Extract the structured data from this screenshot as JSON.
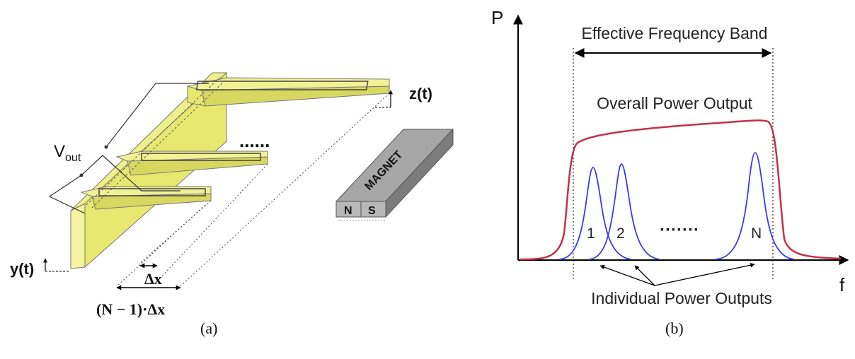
{
  "panel_a": {
    "caption": "(a)",
    "labels": {
      "vout": "V",
      "vout_sub": "out",
      "zt": "z(t)",
      "yt": "y(t)",
      "dx": "Δx",
      "n1dx": "(N − 1)·Δx",
      "dots": "......",
      "magnet": "MAGNET",
      "north": "N",
      "south": "S"
    }
  },
  "panel_b": {
    "caption": "(b)",
    "labels": {
      "p_axis": "P",
      "f_axis": "f",
      "band": "Effective Frequency Band",
      "overall": "Overall Power Output",
      "individual": "Individual Power Outputs",
      "peak1": "1",
      "peak2": "2",
      "peakN": "N",
      "dots": "·······"
    },
    "colors": {
      "overall_curve": "#c0304a",
      "individual_curves": "#3a3af0",
      "axis": "#000000"
    }
  }
}
